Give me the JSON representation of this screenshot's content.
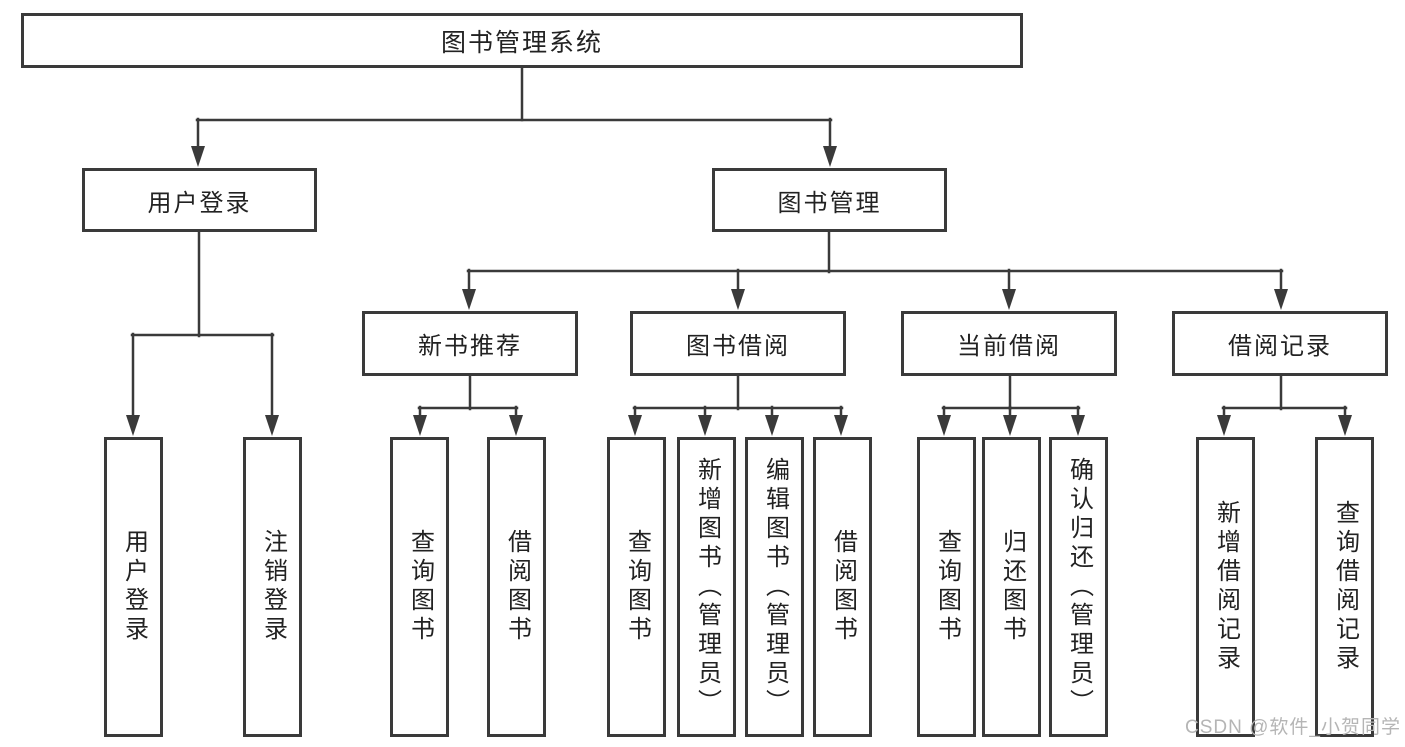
{
  "root": {
    "label": "图书管理系统"
  },
  "branches": {
    "user_login": {
      "label": "用户登录",
      "children": {
        "login": {
          "label": "用户登录"
        },
        "logout": {
          "label": "注销登录"
        }
      }
    },
    "book_mgmt": {
      "label": "图书管理",
      "sections": {
        "new_book_rec": {
          "label": "新书推荐",
          "children": {
            "query_books": {
              "label": "查询图书"
            },
            "borrow_books": {
              "label": "借阅图书"
            }
          }
        },
        "book_borrow": {
          "label": "图书借阅",
          "children": {
            "query_books": {
              "label": "查询图书"
            },
            "add_books": {
              "label": "新增图书（管理员）"
            },
            "edit_books": {
              "label": "编辑图书（管理员）"
            },
            "borrow_books": {
              "label": "借阅图书"
            }
          }
        },
        "current_borrow": {
          "label": "当前借阅",
          "children": {
            "query_books": {
              "label": "查询图书"
            },
            "return_books": {
              "label": "归还图书"
            },
            "confirm_return": {
              "label": "确认归还（管理员）"
            }
          }
        },
        "borrow_record": {
          "label": "借阅记录",
          "children": {
            "add_record": {
              "label": "新增借阅记录"
            },
            "query_record": {
              "label": "查询借阅记录"
            }
          }
        }
      }
    }
  },
  "watermark": {
    "text": "CSDN @软件_小贺同学"
  },
  "colors": {
    "line": "#3a3a3a",
    "text": "#222222",
    "watermark": "#b5b5b5",
    "background": "#ffffff"
  }
}
